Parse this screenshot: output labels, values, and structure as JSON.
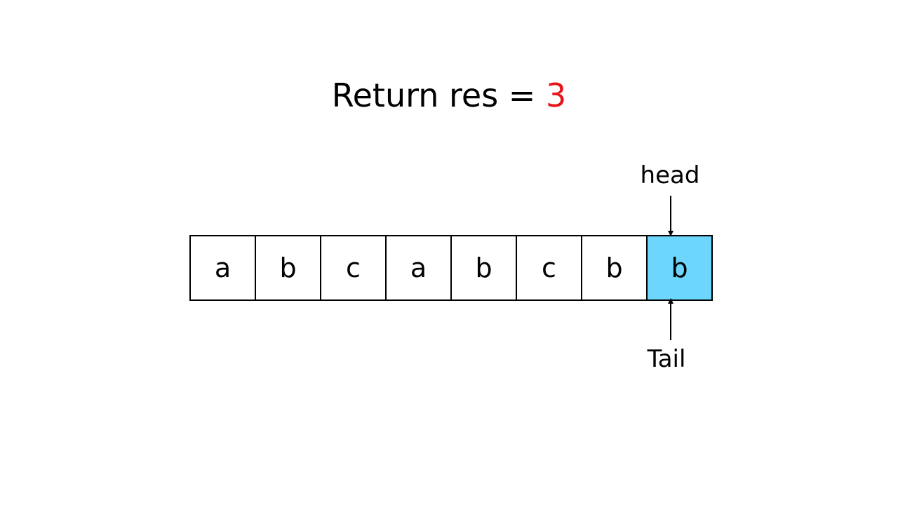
{
  "title": {
    "prefix": "Return res = ",
    "value": "3"
  },
  "colors": {
    "result": "#e8141c",
    "highlight": "#6dd6fc"
  },
  "cells": [
    "a",
    "b",
    "c",
    "a",
    "b",
    "c",
    "b",
    "b"
  ],
  "highlighted_index": 7,
  "pointers": {
    "head": "head",
    "tail": "Tail"
  }
}
